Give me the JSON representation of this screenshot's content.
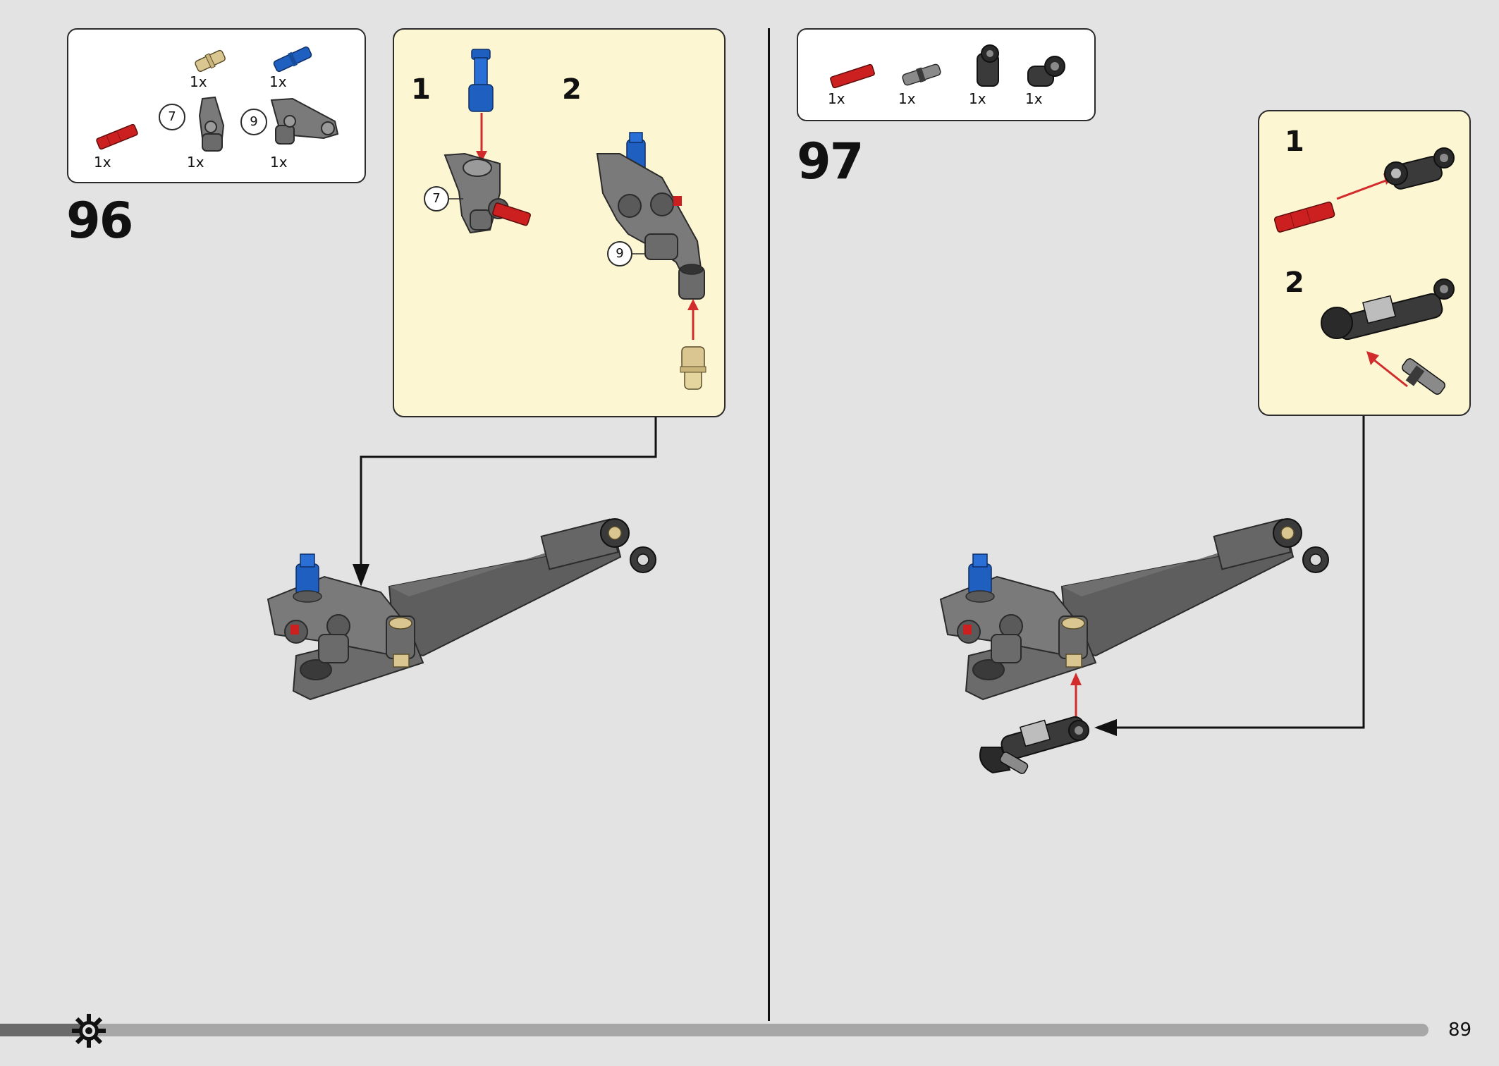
{
  "page_number": "89",
  "colors": {
    "background": "#e3e3e3",
    "submodel_bg": "#fdf6d3",
    "part_gray": "#6b6b6b",
    "part_dark": "#3a3a3a",
    "part_red": "#cc1f1f",
    "part_blue": "#1f5fbf",
    "part_tan": "#d9c690",
    "arrow_red": "#d22b2b"
  },
  "step96": {
    "number": "96",
    "parts": [
      {
        "icon": "tan-pin-icon",
        "qty": "1x"
      },
      {
        "icon": "blue-axle-pin-icon",
        "qty": "1x"
      },
      {
        "icon": "red-axle-icon",
        "qty": "1x"
      },
      {
        "icon": "gray-connector-7-icon",
        "qty": "1x",
        "callout": "7"
      },
      {
        "icon": "gray-connector-9-icon",
        "qty": "1x",
        "callout": "9"
      }
    ],
    "substeps": [
      {
        "number": "1",
        "callout": "7"
      },
      {
        "number": "2",
        "callout": "9"
      }
    ]
  },
  "step97": {
    "number": "97",
    "parts": [
      {
        "icon": "red-axle-icon",
        "qty": "1x"
      },
      {
        "icon": "gray-pin-icon",
        "qty": "1x"
      },
      {
        "icon": "black-connector-icon",
        "qty": "1x"
      },
      {
        "icon": "black-angle-connector-icon",
        "qty": "1x"
      }
    ],
    "substeps": [
      {
        "number": "1"
      },
      {
        "number": "2"
      }
    ]
  }
}
